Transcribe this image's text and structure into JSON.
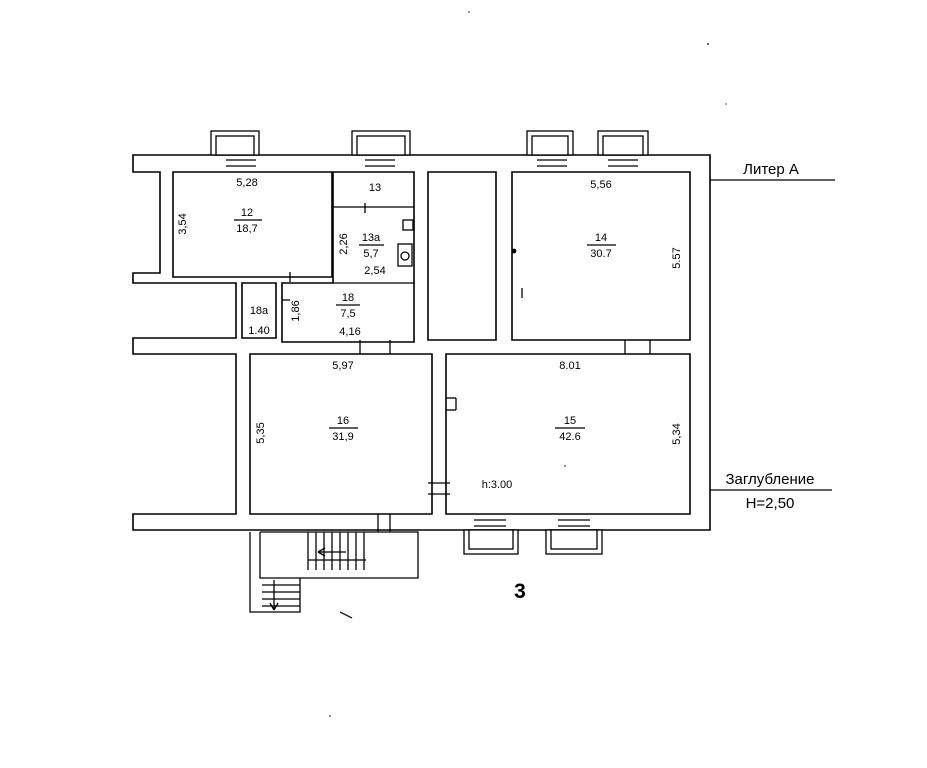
{
  "rooms": [
    {
      "id": "room-12",
      "number": "12",
      "area": "18,7"
    },
    {
      "id": "room-13",
      "number": "13",
      "area": ""
    },
    {
      "id": "room-13a",
      "number": "13а",
      "area": "5,7"
    },
    {
      "id": "room-14",
      "number": "14",
      "area": "30.7"
    },
    {
      "id": "room-18",
      "number": "18",
      "area": "7,5"
    },
    {
      "id": "room-18a",
      "number": "18а",
      "area": ""
    },
    {
      "id": "room-16",
      "number": "16",
      "area": "31,9"
    },
    {
      "id": "room-15",
      "number": "15",
      "area": "42.6"
    }
  ],
  "dimensions": {
    "d12_width": "5,28",
    "d12_height": "3,54",
    "d13a_height": "2,26",
    "d13a_width": "2,54",
    "d14_width": "5,56",
    "d14_height": "5.57",
    "d18_height": "1,86",
    "d18_width": "4,16",
    "d18a_width": "1.40",
    "d16_width": "5,97",
    "d16_height": "5,35",
    "d15_width": "8.01",
    "d15_height": "5,34"
  },
  "ceiling_height": "h:3.00",
  "labels": {
    "liter": "Литер А",
    "depth_title": "Заглубление",
    "depth_value": "Н=2,50",
    "floor_number": "3"
  }
}
